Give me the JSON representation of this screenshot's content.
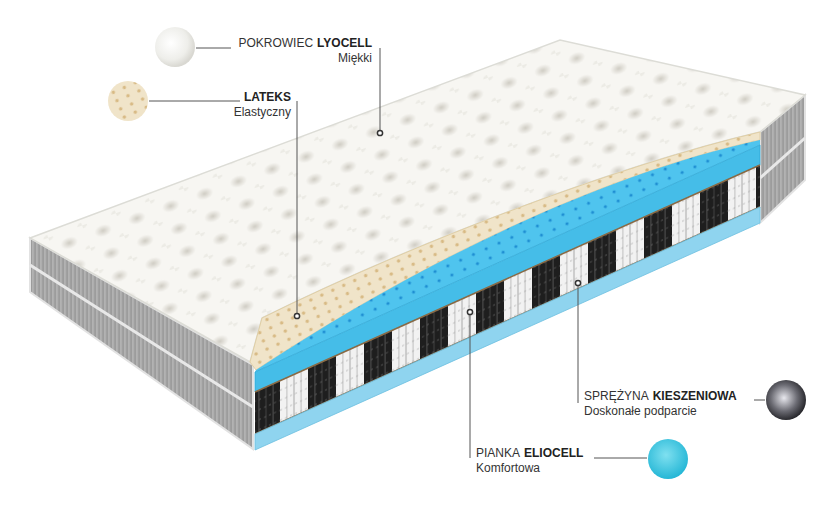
{
  "diagram": {
    "labels": [
      "POKROWIEC",
      "LYOCELL",
      "Miękki",
      "LATEKS",
      "Elastyczny",
      "SPRĘŻYNA",
      "KIESZENIOWA",
      "Doskonałe podparcie",
      "PIANKA",
      "ELIOCELL",
      "Komfortowa"
    ]
  }
}
